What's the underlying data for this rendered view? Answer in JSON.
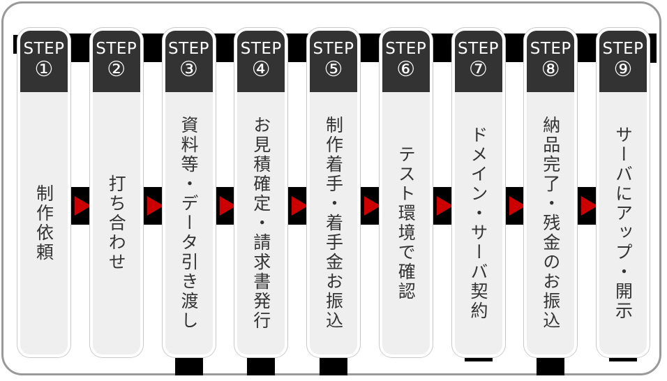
{
  "diagram": {
    "type": "horizontal-step-flow",
    "steps": [
      {
        "label": "STEP",
        "number": "①",
        "title": "制作依頼"
      },
      {
        "label": "STEP",
        "number": "②",
        "title": "打ち合わせ"
      },
      {
        "label": "STEP",
        "number": "③",
        "title": "資料等・データ引き渡し"
      },
      {
        "label": "STEP",
        "number": "④",
        "title": "お見積確定・請求書発行"
      },
      {
        "label": "STEP",
        "number": "⑤",
        "title": "制作着手・着手金お振込"
      },
      {
        "label": "STEP",
        "number": "⑥",
        "title": "テスト環境で確認"
      },
      {
        "label": "STEP",
        "number": "⑦",
        "title": "ドメイン・サーバ契約"
      },
      {
        "label": "STEP",
        "number": "⑧",
        "title": "納品完了・残金のお振込"
      },
      {
        "label": "STEP",
        "number": "⑨",
        "title": "サーバにアップ・開示"
      }
    ],
    "colors": {
      "header_bg": "#333333",
      "card_body_bg": "#efefef",
      "arrow_red": "#cc0000",
      "connector_black": "#000000",
      "panel_border": "#999999",
      "card_outline": "#c9c9c9",
      "text": "#333333"
    }
  }
}
